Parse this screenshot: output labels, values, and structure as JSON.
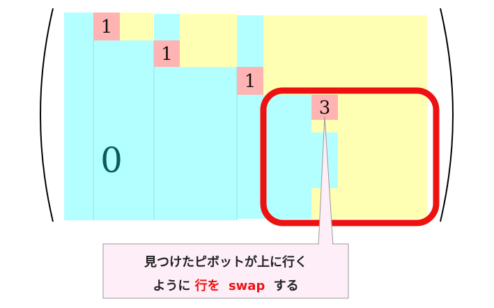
{
  "matrix": {
    "zero_label": "0",
    "pivots": [
      {
        "value": "1"
      },
      {
        "value": "1"
      },
      {
        "value": "1"
      },
      {
        "value": "3"
      }
    ]
  },
  "callout": {
    "line1": "見つけたピボットが上に行く",
    "line2_prefix": "ように",
    "line2_highlight": "行を",
    "line2_swap": "swap",
    "line2_suffix": "する"
  },
  "colors": {
    "zero_region": "#b3ffff",
    "nonzero_region": "#ffffb3",
    "pivot_cell": "#ffb3b3",
    "highlight_frame": "#ee1111",
    "highlight_text": "#ee1111",
    "callout_bg": "#fdeef8"
  }
}
